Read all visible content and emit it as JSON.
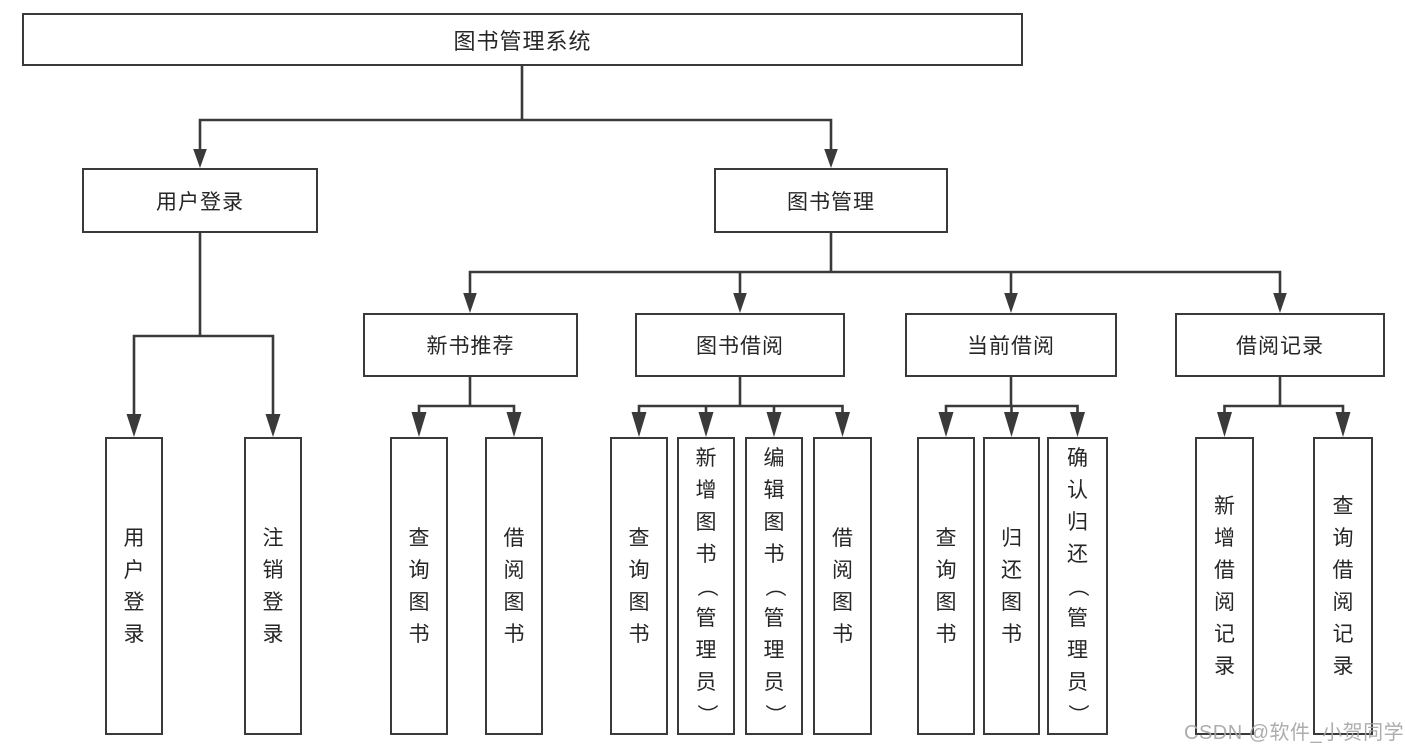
{
  "tree": {
    "root": "图书管理系统",
    "branches": [
      {
        "label": "用户登录",
        "children": [
          "用户登录",
          "注销登录"
        ]
      },
      {
        "label": "图书管理",
        "groups": [
          {
            "label": "新书推荐",
            "children": [
              "查询图书",
              "借阅图书"
            ]
          },
          {
            "label": "图书借阅",
            "children": [
              "查询图书",
              "新增图书（管理员）",
              "编辑图书（管理员）",
              "借阅图书"
            ]
          },
          {
            "label": "当前借阅",
            "children": [
              "查询图书",
              "归还图书",
              "确认归还（管理员）"
            ]
          },
          {
            "label": "借阅记录",
            "children": [
              "新增借阅记录",
              "查询借阅记录"
            ]
          }
        ]
      }
    ]
  },
  "watermark": {
    "text": "CSDN @软件_小贺同学"
  },
  "colors": {
    "line": "#3a3a3a",
    "text": "#262626",
    "background": "#ffffff",
    "watermark": "#a6a6a6"
  }
}
